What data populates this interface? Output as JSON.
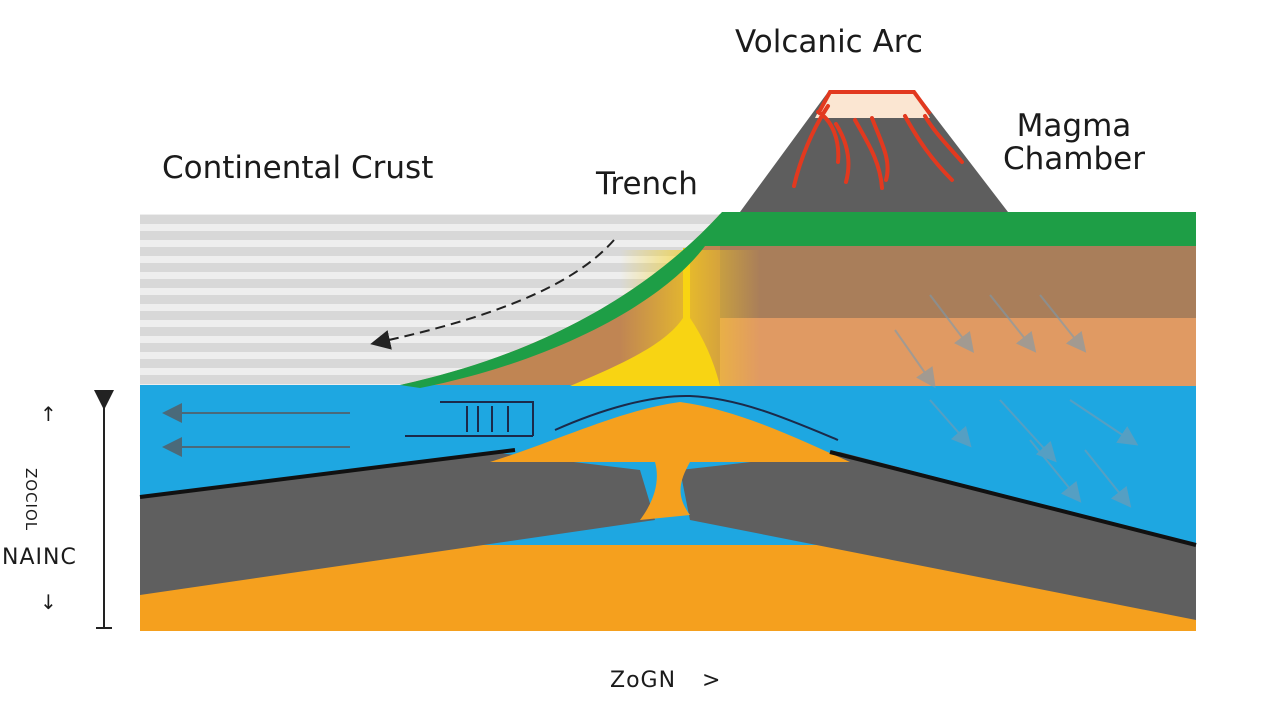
{
  "diagram": {
    "labels": {
      "volcanic_arc": "Volcanic Arc",
      "magma_chamber_line1": "Magma",
      "magma_chamber_line2": "Chamber",
      "continental_crust": "Continental Crust",
      "trench": "Trench"
    },
    "axes": {
      "x_label": "ZoGN",
      "x_arrow": ">",
      "y_label": "NAINC",
      "y_side_text": "ZOCIOL",
      "y_arrow_up": "↑",
      "y_arrow_down": "↓"
    },
    "colors": {
      "ocean_layer": "#1ea7e1",
      "mantle": "#f5a01e",
      "subducting_plate": "#5f5f5f",
      "continental_crust": "#d9d9d9",
      "vegetation": "#1e9e46",
      "upper_crust": "#a97e5a",
      "lower_crust": "#e09a63",
      "volcano": "#5e5e5e",
      "lava": "#e2391f",
      "magma_conduit": "#f8d413"
    }
  }
}
